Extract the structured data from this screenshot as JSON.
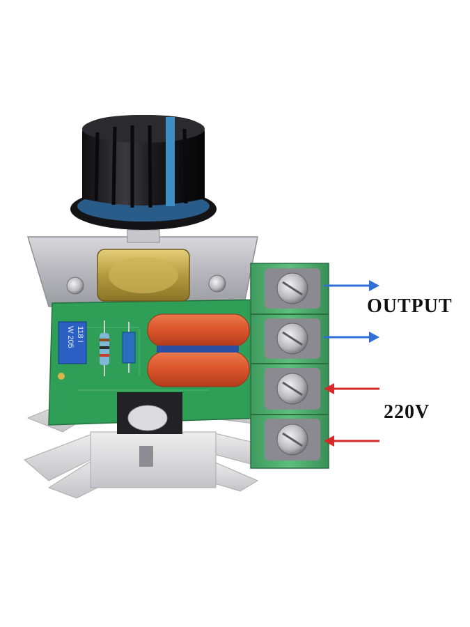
{
  "labels": {
    "output": "OUTPUT",
    "input": "220V"
  },
  "board": {
    "trimmer_text_1": "W 205",
    "trimmer_text_2": "118 I"
  },
  "colors": {
    "output_arrow": "#2f6fd6",
    "input_arrow": "#d62a2a",
    "pcb": "#2f9e57",
    "terminal_block": "#4caf6e",
    "capacitor": "#d9532b",
    "knob": "#1e1e22",
    "knob_accent": "#3d8fc4"
  },
  "icons": {
    "arrow_out": "arrow-right-icon",
    "arrow_in": "arrow-left-icon"
  }
}
